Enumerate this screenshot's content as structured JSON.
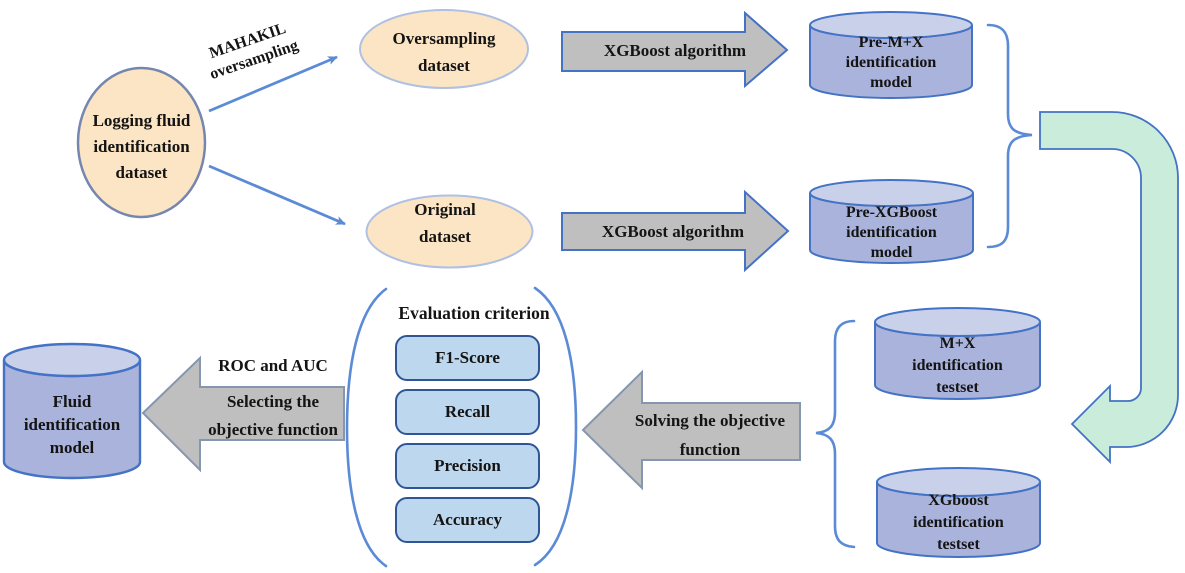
{
  "title": "Logging fluid identification workflow diagram",
  "colors": {
    "dataset_fill": "#FCE5C4",
    "dataset_border_big": "#7587AF",
    "dataset_border_small": "#AFC0E2",
    "cylinder_body": "#A9B3DB",
    "cylinder_top": "#C9D0E9",
    "cylinder_border": "#4472C4",
    "gray_arrow_fill": "#BFBFBF",
    "gray_arrow_border_right": "#4472C4",
    "gray_arrow_border_left": "#8496B0",
    "criterion_fill": "#BDD7EE",
    "criterion_border": "#2F5597",
    "green_arrow_fill": "#C9EDDA",
    "green_arrow_border": "#4472C4",
    "connector_blue": "#5B8BD6",
    "text": "#141414"
  },
  "nodes": {
    "logging_dataset": {
      "lines": [
        "Logging fluid",
        "identification",
        "dataset"
      ]
    },
    "oversampling_dataset": {
      "lines": [
        "Oversampling",
        "dataset"
      ]
    },
    "original_dataset": {
      "lines": [
        "Original",
        "dataset"
      ]
    },
    "pre_mx_model": {
      "lines": [
        "Pre-M+X",
        "identification",
        "model"
      ]
    },
    "pre_xgboost_model": {
      "lines": [
        "Pre-XGBoost",
        "identification",
        "model"
      ]
    },
    "mx_testset": {
      "lines": [
        "M+X",
        "identification",
        "testset"
      ]
    },
    "xgboost_testset": {
      "lines": [
        "XGboost",
        "identification",
        "testset"
      ]
    },
    "fluid_model": {
      "lines": [
        "Fluid",
        "identification",
        "model"
      ]
    }
  },
  "arrows": {
    "mahakil": {
      "lines": [
        "MAHAKIL",
        "oversampling"
      ]
    },
    "xgboost_top": {
      "label": "XGBoost algorithm"
    },
    "xgboost_bottom": {
      "label": "XGBoost algorithm"
    },
    "solving": {
      "lines": [
        "Solving the objective",
        "function"
      ]
    },
    "selecting": {
      "roc_label": "ROC and AUC",
      "lines": [
        "Selecting the",
        "objective function"
      ]
    }
  },
  "evaluation": {
    "title": "Evaluation criterion",
    "criteria": [
      "F1-Score",
      "Recall",
      "Precision",
      "Accuracy"
    ]
  }
}
